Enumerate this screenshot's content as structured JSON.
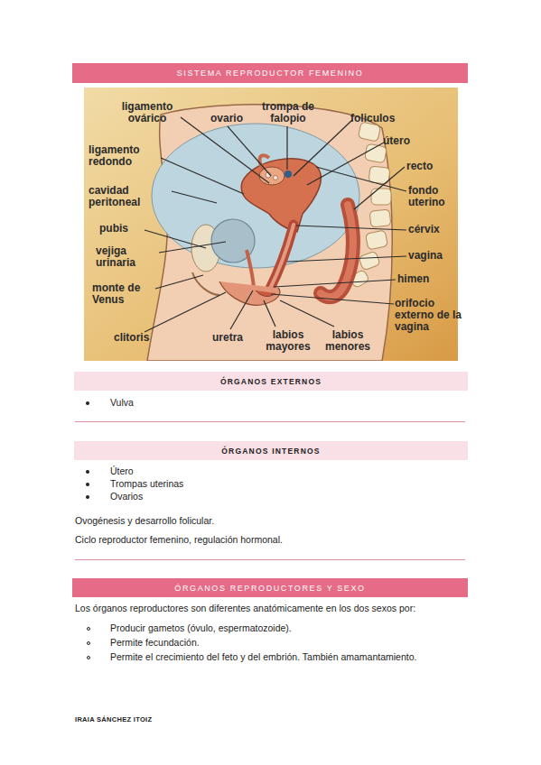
{
  "diagram": {
    "nodes": [
      {
        "text": [
          "SISTEMA REPRODUCTOR FEMENINO"
        ]
      },
      {
        "text": [
          "ÓRGANOS EXTERNOS"
        ]
      },
      {
        "text": [
          "ÓRGANOS INTERNOS"
        ]
      },
      {
        "text": [
          "ÓRGANOS REPRODUCTORES Y SEXO"
        ]
      }
    ],
    "labels": [
      "ligamento ovárico",
      "ovario",
      "trompa de falopio",
      "foliculos",
      "útero",
      "ligamento redondo",
      "cavidad peritoneal",
      "recto",
      "fondo uterino",
      "pubis",
      "cérvix",
      "vejiga urinaria",
      "vagina",
      "monte de Venus",
      "himen",
      "orifocio externo de la vagina",
      "clitoris",
      "uretra",
      "labios mayores",
      "labios menores",
      "Vulva",
      "Útero",
      "Trompas uterinas",
      "Ovarios",
      "Ovogénesis y desarrollo folicular.",
      "Ciclo reproductor femenino, regulación hormonal.",
      "Los órganos reproductores son diferentes anatómicamente en los dos sexos por:",
      "Producir gametos (óvulo, espermatozoide).",
      "Permite fecundación.",
      "Permite el crecimiento del feto y del embrión. También amamantamiento.",
      "IRAIA SÁNCHEZ ITOIZ"
    ]
  }
}
